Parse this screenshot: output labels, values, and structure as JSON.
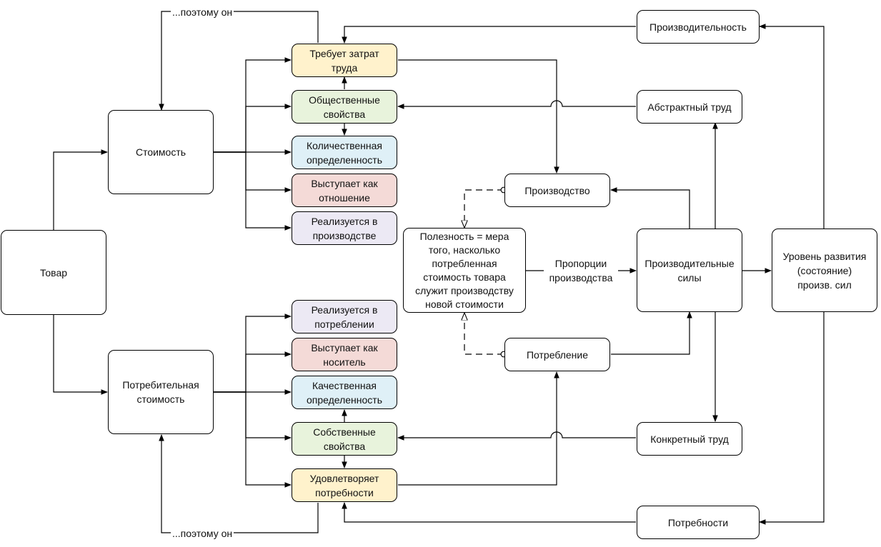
{
  "colors": {
    "yellow": "#fff2cc",
    "green": "#e8f3dc",
    "blue": "#dff0f7",
    "red": "#f4dad7",
    "lavender": "#ece9f4",
    "white": "#ffffff",
    "stroke": "#000000"
  },
  "nodes": {
    "tovar": "Товар",
    "stoimost": "Стоимость",
    "potreb_stoimost": "Потребительная\nстоимость",
    "trebuet": "Требует затрат\nтруда",
    "obsh_svoistva": "Общественные\nсвойства",
    "kolich": "Количественная\nопределенность",
    "vyst_otnoshenie": "Выступает как\nотношение",
    "real_proizv": "Реализуется в\nпроизводстве",
    "real_potreb": "Реализуется в\nпотреблении",
    "vyst_nositel": "Выступает как\nноситель",
    "kachestv": "Качественная\nопределенность",
    "sobstv_svoistva": "Собственные\nсвойства",
    "udovl": "Удовлетворяет\nпотребности",
    "poleznost": "Полезность = мера\nтого, насколько\nпотребленная\nстоимость товара\nслужит производству\nновой стоимости",
    "proizvodstvo": "Производство",
    "potreblenie": "Потребление",
    "proizv_sily": "Производительные\nсилы",
    "uroven": "Уровень развития\n(состояние)\nпроизв. сил",
    "proizvoditelnost": "Производительность",
    "abstr_trud": "Абстрактный труд",
    "konkr_trud": "Конкретный труд",
    "potrebnosti": "Потребности"
  },
  "labels": {
    "poetomu_top": "...поэтому он",
    "poetomu_bottom": "...поэтому он",
    "proporcii": "Пропорции\nпроизводства"
  }
}
